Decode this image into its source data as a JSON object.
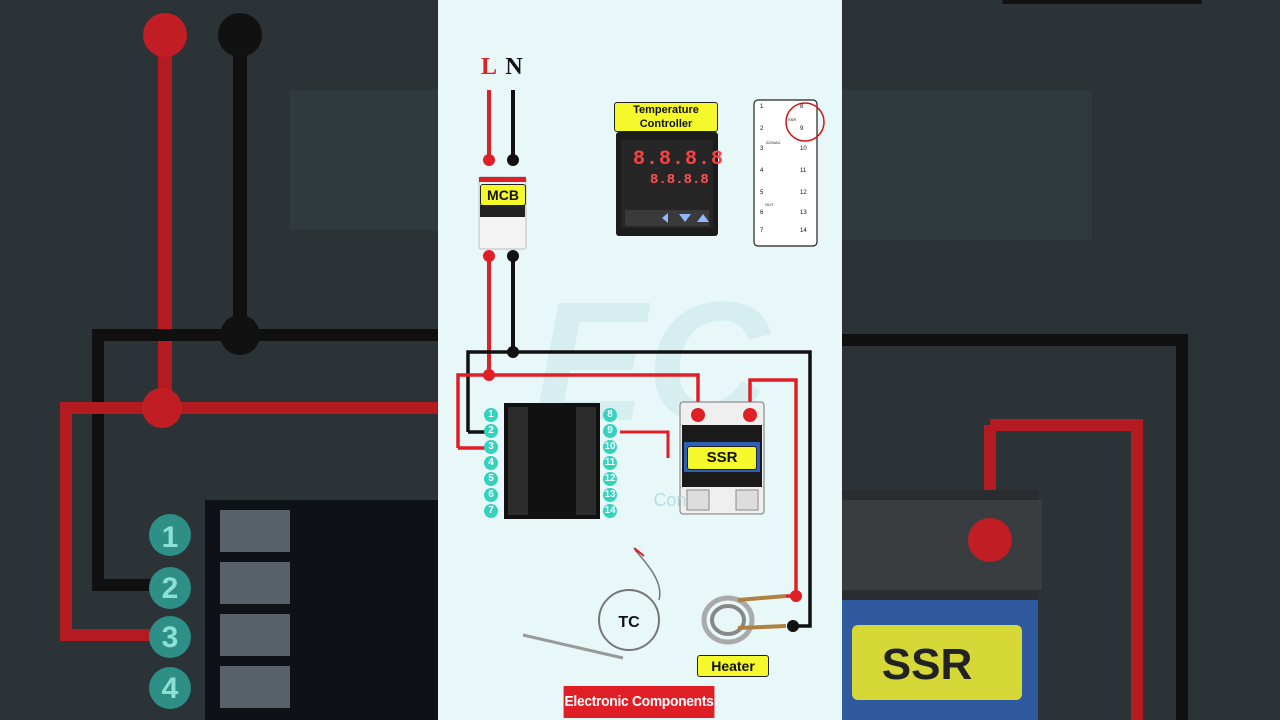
{
  "supply": {
    "line": "L",
    "neutral": "N"
  },
  "mcb": {
    "label": "MCB"
  },
  "temperature_controller": {
    "label": "Temperature Controller",
    "display_top": "8.8.8.8",
    "display_bottom": "8.8.8.8"
  },
  "controller_terminals": {
    "left": [
      "1",
      "2",
      "3",
      "4",
      "5",
      "6",
      "7"
    ],
    "right": [
      "8",
      "9",
      "10",
      "11",
      "12",
      "13",
      "14"
    ]
  },
  "ssr": {
    "label": "SSR"
  },
  "thermocouple": {
    "label": "TC"
  },
  "heater": {
    "label": "Heater"
  },
  "pinout_diagram": {
    "left": [
      "1",
      "2",
      "3",
      "4",
      "5",
      "6",
      "7"
    ],
    "right": [
      "8",
      "9",
      "10",
      "11",
      "12",
      "13",
      "14"
    ],
    "texts": [
      "SSR",
      "220VAC",
      "OUT"
    ]
  },
  "background": {
    "ssr_label": "SSR",
    "numbers": [
      "1",
      "2",
      "3",
      "4"
    ],
    "watermark": "Con"
  },
  "brand": {
    "label": "Electronic Components"
  },
  "colors": {
    "live": "#e01e25",
    "neutral": "#111111",
    "label_bg": "#f5f82a",
    "terminal_num": "#33d3c0",
    "panel_bg": "#e8f8f8"
  }
}
